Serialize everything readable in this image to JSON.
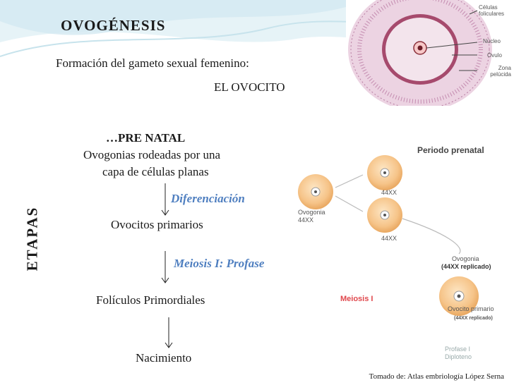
{
  "header": {
    "title": "OVOGÉNESIS",
    "subtitle": "Formación del gameto sexual femenino:",
    "subtitle2": "EL OVOCITO"
  },
  "side_label": "ETAPAS",
  "stages": {
    "prenatal_heading": "…PRE NATAL",
    "prenatal_line1": "Ovogonias rodeadas por una",
    "prenatal_line2": "capa de células planas",
    "step1": "Ovocitos primarios",
    "step2": "Folículos Primordiales",
    "step3": "Nacimiento"
  },
  "transitions": {
    "t1": "Diferenciación",
    "t2": "Meiosis I: Profase"
  },
  "top_figure": {
    "labels": [
      "Células foliculares",
      "Núcleo",
      "Óvulo",
      "Zona pelúcida"
    ]
  },
  "diagram": {
    "title": "Periodo prenatal",
    "ovogonia": "Ovogonia",
    "ovogonia_chrom": "44XX",
    "cell_chrom_a": "44XX",
    "cell_chrom_b": "44XX",
    "ovogonia2": "Ovogonia",
    "ovogonia2_chrom": "(44XX replicado)",
    "meiosis": "Meiosis I",
    "ovocito": "Ovocito primario",
    "ovocito_chrom": "(44XX replicado)",
    "profase1": "Profase I",
    "profase2": "Diploteno"
  },
  "credit": "Tomado de: Atlas embriología López  Serna",
  "colors": {
    "accent": "#4f7fc0",
    "wave": "#d9ecf3",
    "meiosis_red": "#e0474c",
    "cell_fill": "#f6c489"
  }
}
